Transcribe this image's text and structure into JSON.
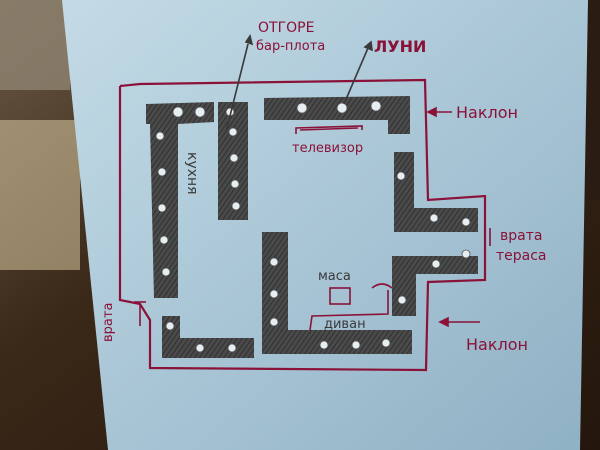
{
  "labels": {
    "top_left_1": "ОТГОРЕ",
    "top_left_2": "бар-плота",
    "top_right": "ЛУНИ",
    "slope_top": "Наклон",
    "tv": "телевизор",
    "kitchen": "кухня",
    "gate_right_1": "врата",
    "gate_right_2": "тераса",
    "table": "маса",
    "sofa": "диван",
    "gate_left": "врата",
    "slope_bottom": "Наклон"
  },
  "colors": {
    "paper": "#a9c6d6",
    "ink": "#8a1238",
    "pencil": "#3d3d3d",
    "background": "#3b2a1c"
  }
}
